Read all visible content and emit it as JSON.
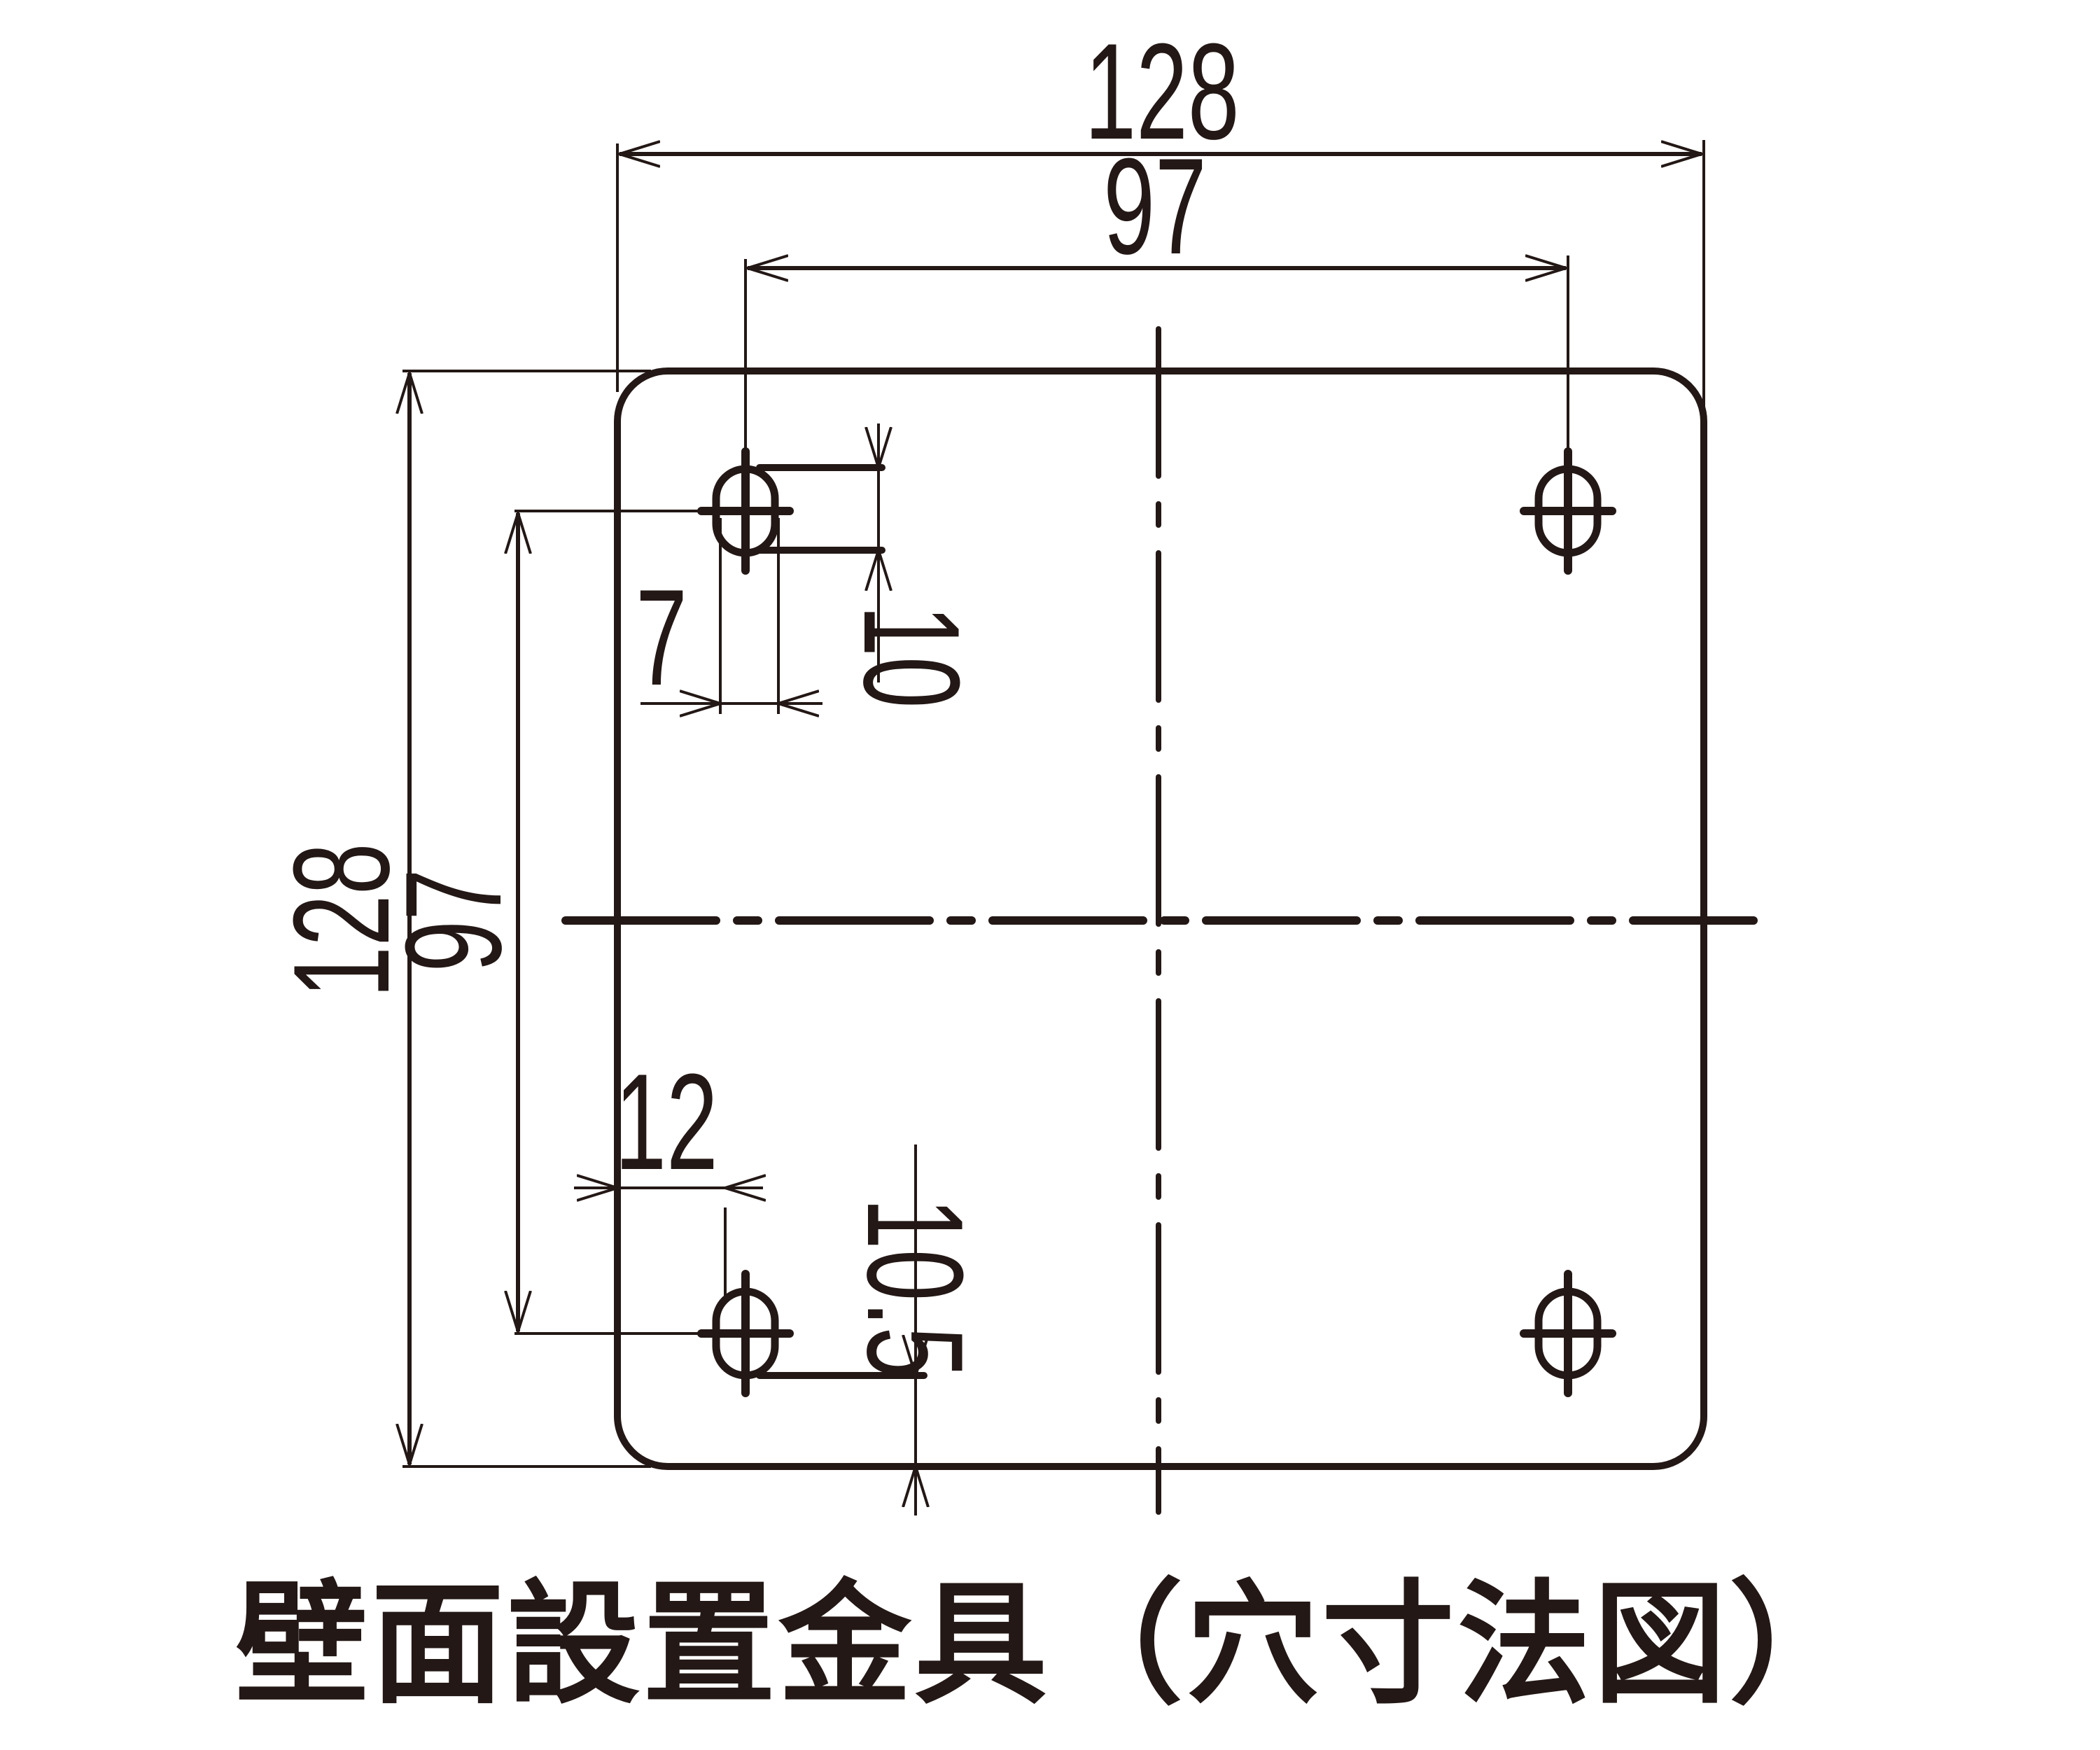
{
  "drawing": {
    "title": "壁面設置金具（穴寸法図）",
    "units": "mm",
    "line_color": "#231815",
    "background": "#ffffff",
    "plate": {
      "width": 128,
      "height": 128,
      "shape": "rounded-square"
    },
    "dimensions": {
      "overall_width": "128",
      "hole_pitch_horizontal": "97",
      "overall_height": "128",
      "hole_pitch_vertical": "97",
      "slot_width": "7",
      "slot_length": "10",
      "hole_offset_from_left_edge": "12",
      "hole_offset_from_bottom_edge": "10.5"
    },
    "holes": [
      {
        "position": "top-left",
        "type": "slotted-hole"
      },
      {
        "position": "top-right",
        "type": "slotted-hole"
      },
      {
        "position": "bottom-left",
        "type": "slotted-hole"
      },
      {
        "position": "bottom-right",
        "type": "slotted-hole"
      }
    ],
    "centerlines": [
      "vertical",
      "horizontal"
    ]
  }
}
